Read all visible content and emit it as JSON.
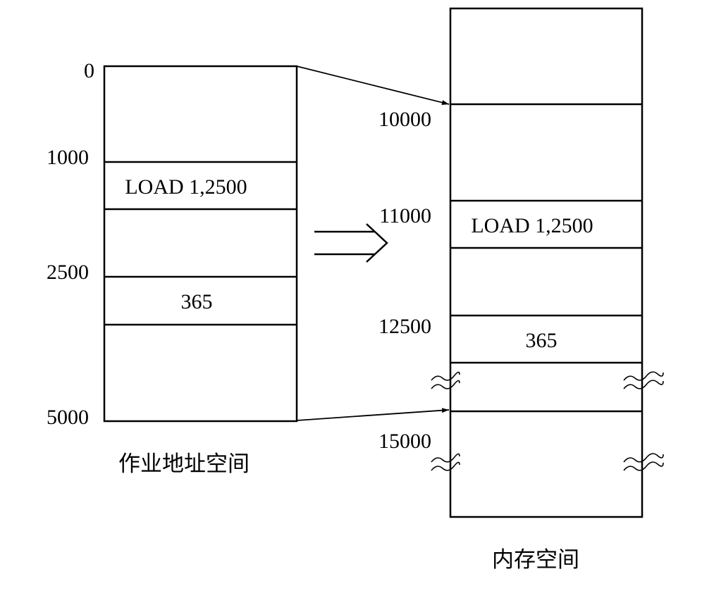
{
  "left": {
    "addresses": [
      "0",
      "1000",
      "2500",
      "5000"
    ],
    "cells": [
      "LOAD 1,2500",
      "365"
    ],
    "caption": "作业地址空间"
  },
  "right": {
    "addresses": [
      "10000",
      "11000",
      "12500",
      "15000"
    ],
    "cells": [
      "LOAD 1,2500",
      "365"
    ],
    "caption": "内存空间"
  }
}
